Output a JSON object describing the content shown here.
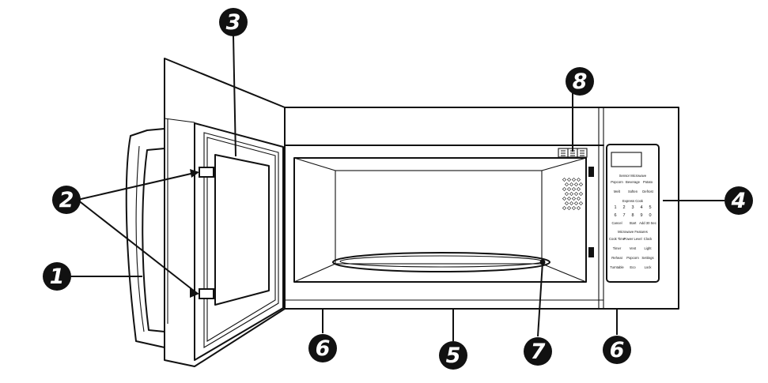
{
  "callouts": [
    {
      "number": "1",
      "part": "door-handle"
    },
    {
      "number": "2",
      "part": "door-latches"
    },
    {
      "number": "3",
      "part": "door-window"
    },
    {
      "number": "4",
      "part": "control-panel"
    },
    {
      "number": "5",
      "part": "cooktop-light"
    },
    {
      "number": "6",
      "part": "grease-filter"
    },
    {
      "number": "7",
      "part": "turntable"
    },
    {
      "number": "8",
      "part": "cavity-vent"
    }
  ],
  "control_panel": {
    "section_sensor": "Sensor Microwave",
    "sensor_buttons": [
      "Popcorn",
      "Beverage",
      "Potato",
      "Melt",
      "Soften",
      "Defrost"
    ],
    "section_express": "Express Cook",
    "keypad_row1": [
      "1",
      "2",
      "3",
      "4",
      "5"
    ],
    "keypad_row2": [
      "6",
      "7",
      "8",
      "9",
      "0"
    ],
    "action_buttons": [
      "Cancel",
      "Start",
      "Add 30 Sec"
    ],
    "section_features": "Microwave Features",
    "feature_buttons": [
      "Cook Time",
      "Power Level",
      "Clock",
      "Timer",
      "Vent",
      "Light",
      "Reheat",
      "Popcorn",
      "Settings",
      "Turntable",
      "Eco",
      "Lock"
    ]
  }
}
